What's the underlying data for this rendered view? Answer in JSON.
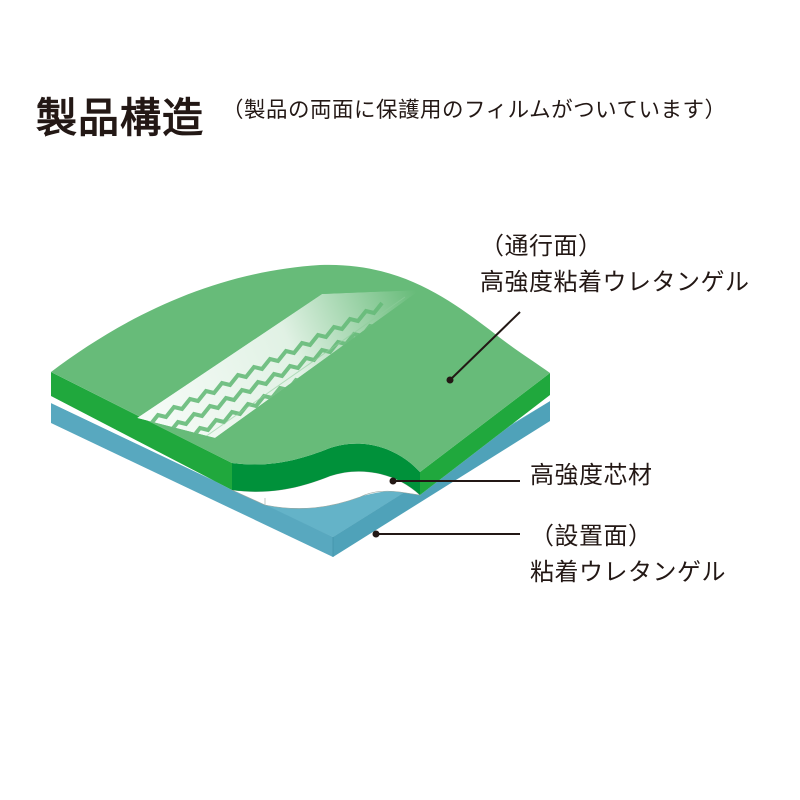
{
  "title": "製品構造",
  "subtitle": "（製品の両面に保護用のフィルムがついています）",
  "labels": {
    "top_surface_line1": "（通行面）",
    "top_surface_line2": "高強度粘着ウレタンゲル",
    "core": "高強度芯材",
    "bottom_surface_line1": "（設置面）",
    "bottom_surface_line2": "粘着ウレタンゲル"
  },
  "colors": {
    "top_surface": "#67bb79",
    "top_side_left": "#20a83d",
    "top_side_wave": "#00913a",
    "core": "#ffffff",
    "bottom_top": "#62b1c6",
    "bottom_side_left": "#58a8bf",
    "bottom_side_right": "#4fa2b9",
    "tread": "#f4fbf5",
    "leader": "#231815"
  }
}
